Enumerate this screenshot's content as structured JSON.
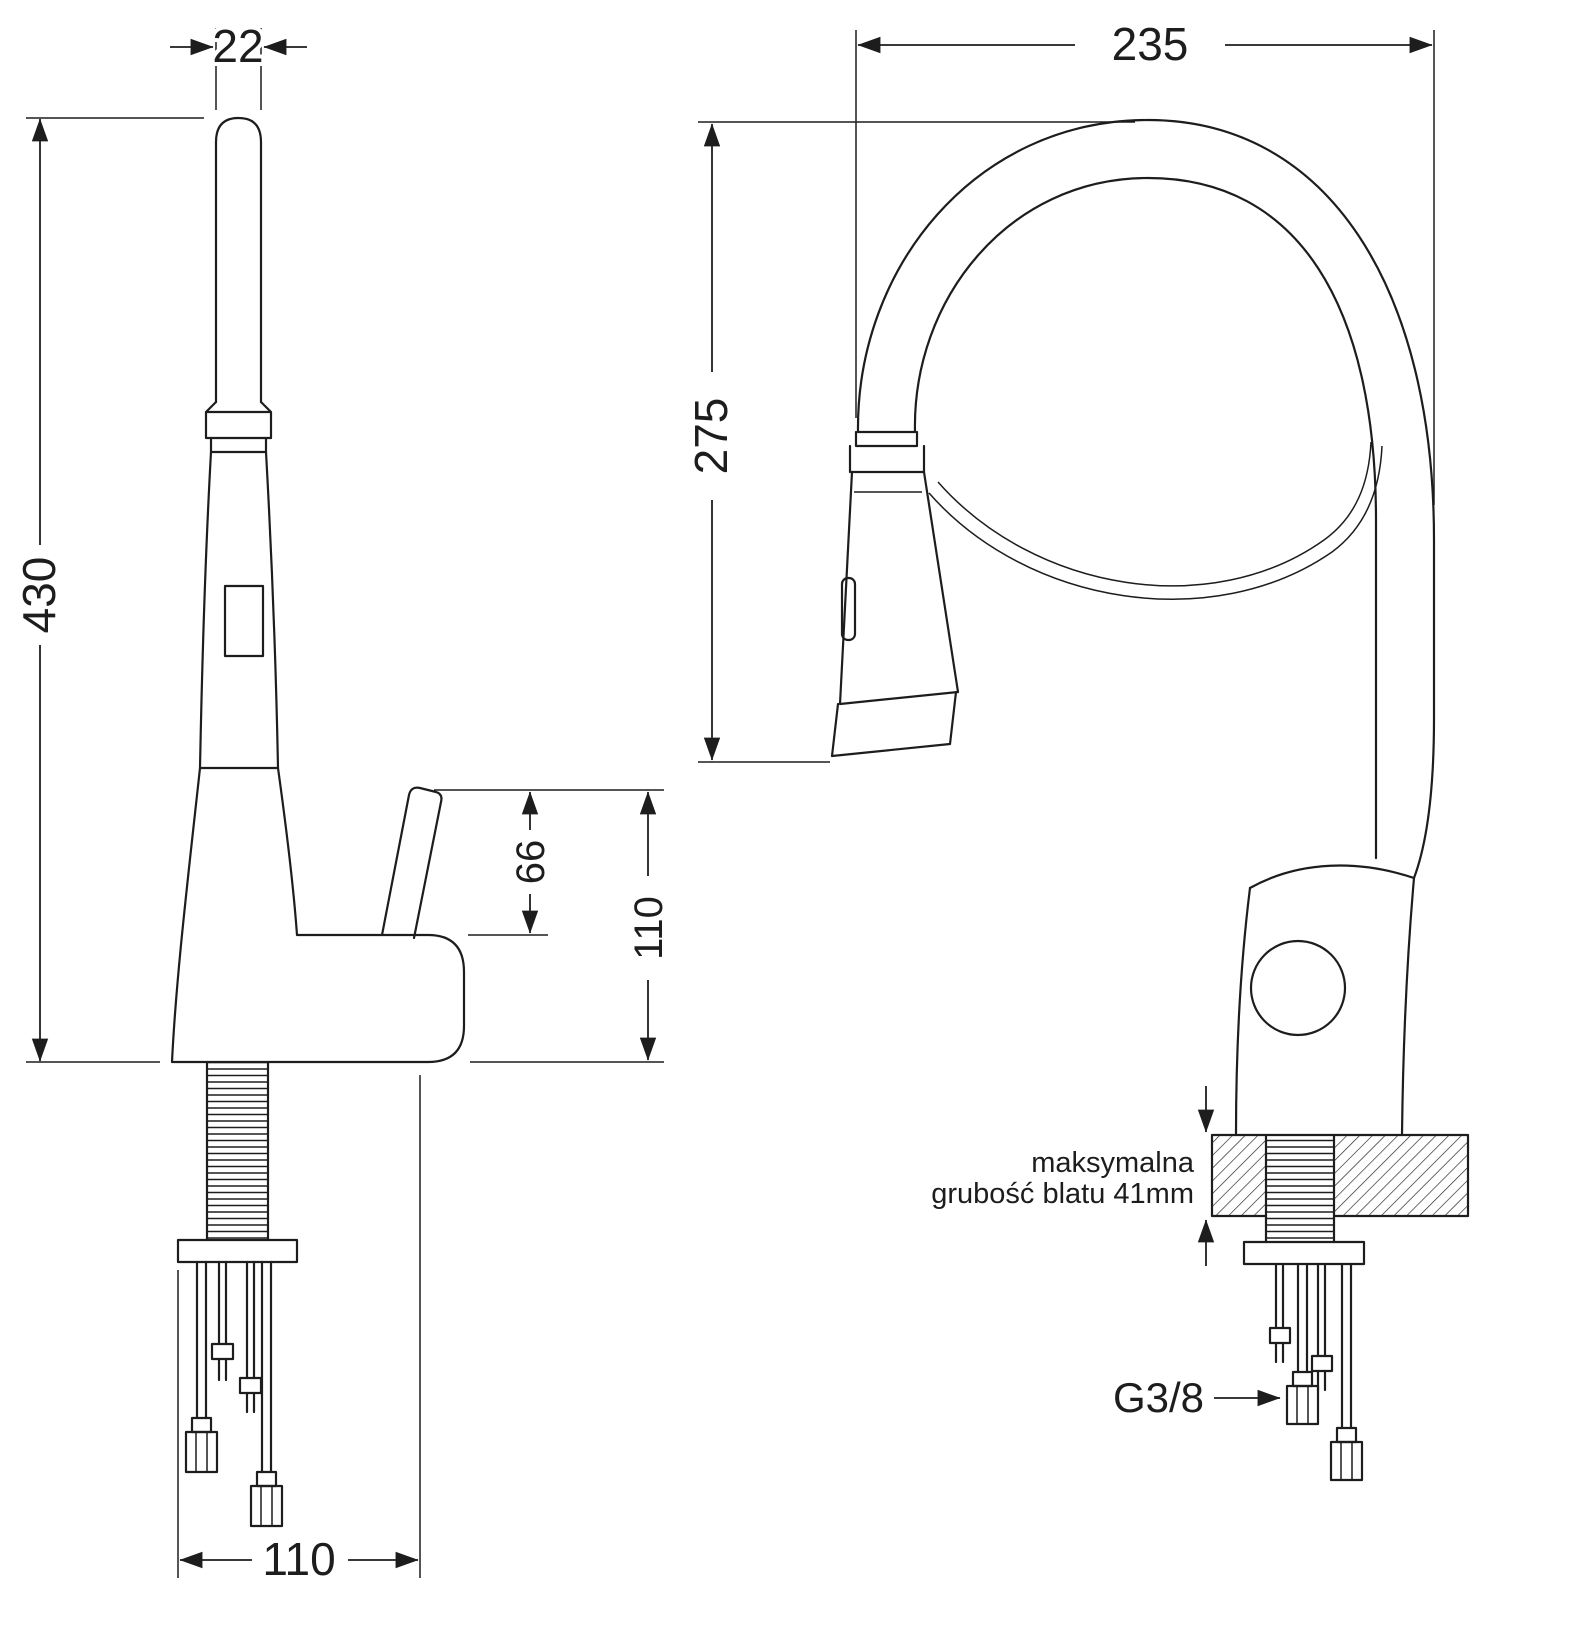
{
  "left_view": {
    "dim_spout_diameter": "22",
    "dim_total_height": "430",
    "dim_handle_offset": "66",
    "dim_handle_height": "110",
    "dim_base_depth": "110"
  },
  "right_view": {
    "dim_reach": "235",
    "dim_spout_height": "275",
    "note_line1": "maksymalna",
    "note_line2": "grubość blatu 41mm",
    "thread_label": "G3/8"
  },
  "colors": {
    "line": "#1d1d1d",
    "background": "#ffffff"
  }
}
